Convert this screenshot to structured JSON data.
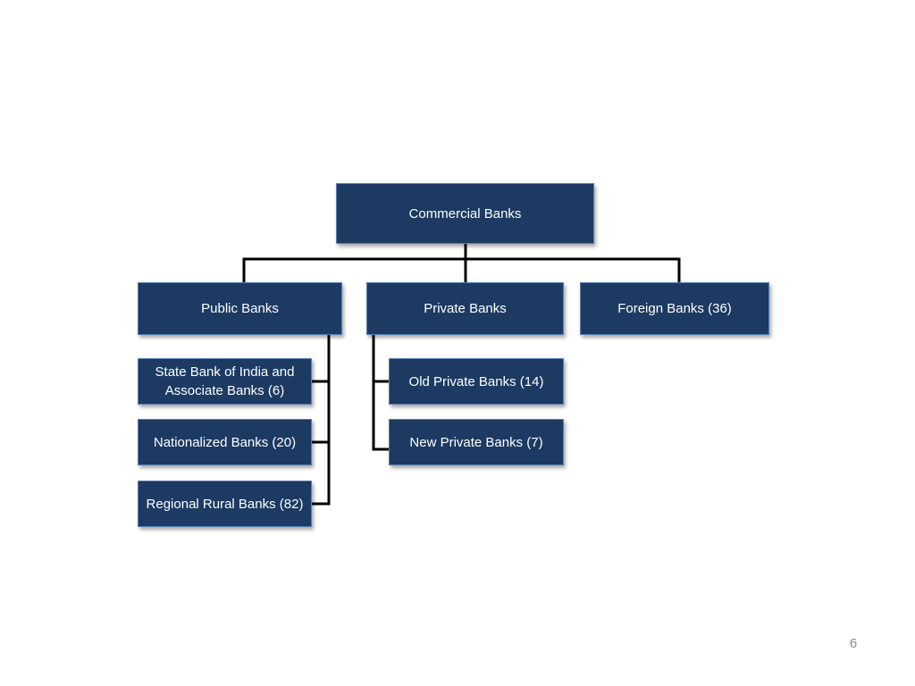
{
  "diagram": {
    "root": {
      "label": "Commercial Banks"
    },
    "categories": {
      "public": {
        "label": "Public Banks"
      },
      "private": {
        "label": "Private Banks"
      },
      "foreign": {
        "label": "Foreign Banks (36)"
      }
    },
    "public_children": {
      "sbi": {
        "label": "State Bank of India and Associate Banks (6)"
      },
      "nationalized": {
        "label": "Nationalized Banks (20)"
      },
      "rrb": {
        "label": "Regional Rural Banks (82)"
      }
    },
    "private_children": {
      "old": {
        "label": "Old Private Banks (14)"
      },
      "new": {
        "label": "New Private Banks (7)"
      }
    }
  },
  "slide": {
    "page_number": "6"
  },
  "colors": {
    "node_fill": "#1c3a62",
    "node_border": "#5a7fb5",
    "connector": "#000000",
    "page_number": "#8a8a8a"
  }
}
